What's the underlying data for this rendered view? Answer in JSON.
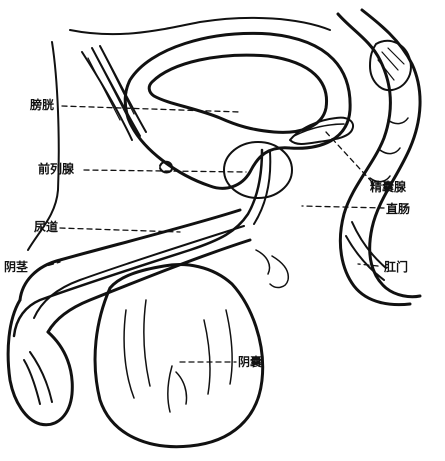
{
  "diagram": {
    "labels": {
      "bladder": "膀胱",
      "prostate": "前列腺",
      "urethra": "尿道",
      "penis": "阴茎",
      "seminal_vesicle": "精囊腺",
      "rectum": "直肠",
      "anus": "肛门",
      "scrotum": "阴囊"
    }
  }
}
